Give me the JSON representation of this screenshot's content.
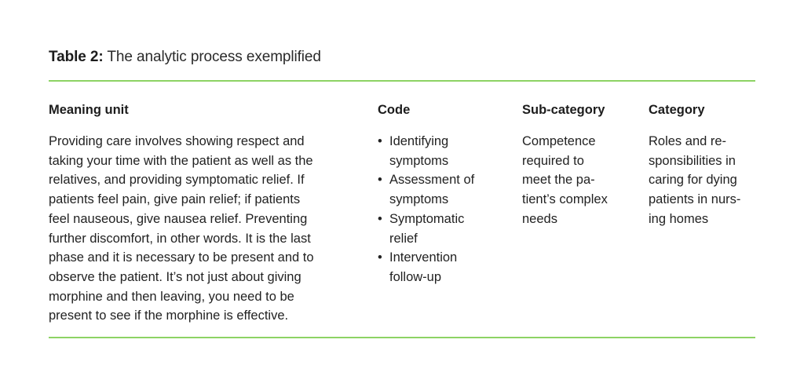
{
  "title": {
    "label": "Table 2:",
    "text": " The analytic process exemplified"
  },
  "colors": {
    "rule": "#8dd364",
    "text": "#1c1c1c"
  },
  "table": {
    "headers": {
      "meaning_unit": "Meaning unit",
      "code": "Code",
      "sub_category": "Sub-category",
      "category": "Category"
    },
    "row": {
      "meaning_unit_lines": [
        "Providing care involves showing respect and",
        "taking your time with the patient as well as the",
        "relatives, and providing symptomatic relief. If",
        "patients feel pain, give pain relief; if patients",
        "feel nauseous, give nausea relief. Preventing",
        "further discomfort, in other words. It is the last",
        "phase and it is necessary to be present and to",
        "observe the patient. It’s not just about giving",
        "morphine and then leaving, you need to be",
        "present to see if the morphine is effective."
      ],
      "code_bullet": "•",
      "codes": [
        {
          "lines": [
            "Identifying",
            "symptoms"
          ]
        },
        {
          "lines": [
            "Assessment of",
            "symptoms"
          ]
        },
        {
          "lines": [
            "Symptomatic",
            "relief"
          ]
        },
        {
          "lines": [
            "Intervention",
            "follow-up"
          ]
        }
      ],
      "sub_category_lines": [
        "Competence",
        "required to",
        "meet the pa-",
        "tient’s complex",
        "needs"
      ],
      "category_lines": [
        "Roles and re-",
        "sponsibilities in",
        "caring for dying",
        "patients in nurs-",
        "ing homes"
      ]
    }
  }
}
